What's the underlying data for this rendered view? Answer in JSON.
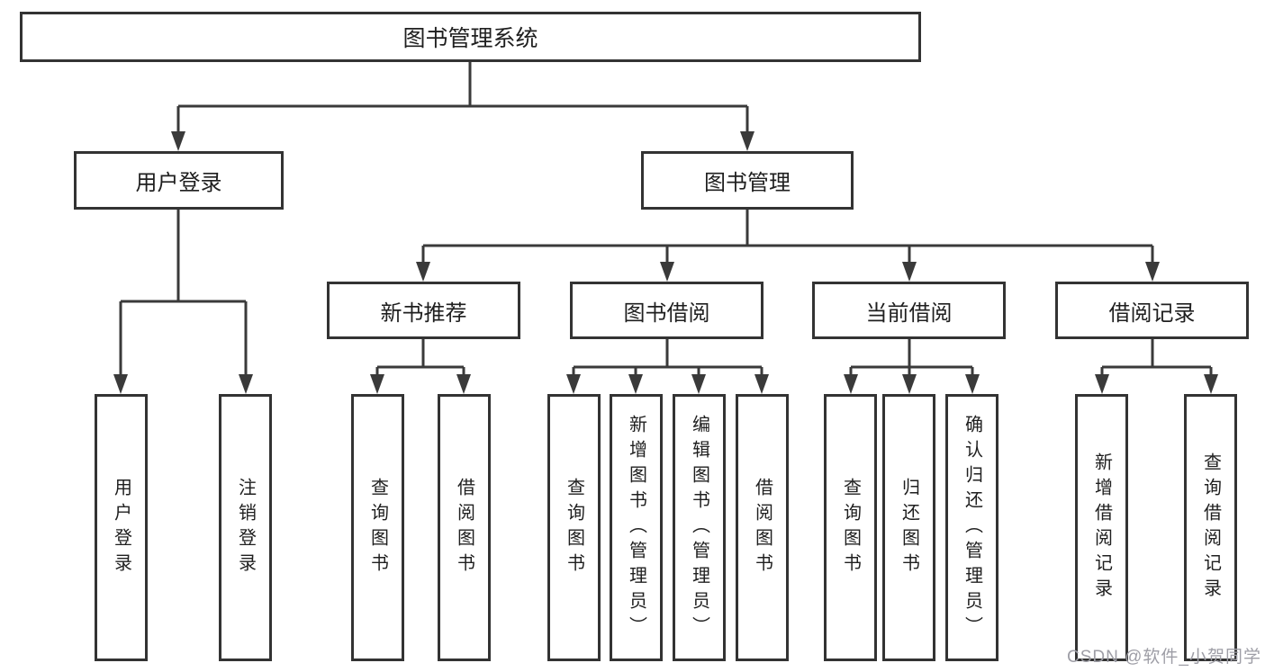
{
  "colors": {
    "line": "#3a3a3a",
    "box_border": "#333333",
    "text": "#1f1f1f",
    "watermark_text": "#9e9ea6",
    "background": "#ffffff"
  },
  "tree": {
    "label": "图书管理系统",
    "children": [
      {
        "label": "用户登录",
        "children": [
          {
            "label": "用户登录"
          },
          {
            "label": "注销登录"
          }
        ]
      },
      {
        "label": "图书管理",
        "children": [
          {
            "label": "新书推荐",
            "children": [
              {
                "label": "查询图书"
              },
              {
                "label": "借阅图书"
              }
            ]
          },
          {
            "label": "图书借阅",
            "children": [
              {
                "label": "查询图书"
              },
              {
                "label": "新增图书（管理员）"
              },
              {
                "label": "编辑图书（管理员）"
              },
              {
                "label": "借阅图书"
              }
            ]
          },
          {
            "label": "当前借阅",
            "children": [
              {
                "label": "查询图书"
              },
              {
                "label": "归还图书"
              },
              {
                "label": "确认归还（管理员）"
              }
            ]
          },
          {
            "label": "借阅记录",
            "children": [
              {
                "label": "新增借阅记录"
              },
              {
                "label": "查询借阅记录"
              }
            ]
          }
        ]
      }
    ]
  },
  "watermark": "CSDN @软件_小贺同学"
}
